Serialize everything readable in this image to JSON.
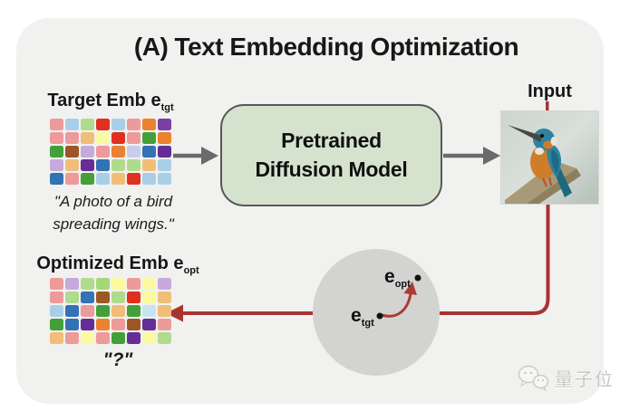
{
  "title": "(A) Text Embedding Optimization",
  "colors": {
    "panel_bg": "#f1f1ef",
    "box_green": "#d5e3ce",
    "box_border": "#56575a",
    "arrow_gray": "#6a6a6a",
    "feedback_red": "#a93330",
    "circle_gray": "#d3d3d1"
  },
  "target_emb": {
    "label": "Target Emb e",
    "label_sub": "tgt",
    "prompt_line1": "\"A photo of a bird",
    "prompt_line2": "spreading wings.\"",
    "grid": [
      [
        "#ed9a9a",
        "#a8cfe8",
        "#b0db8d",
        "#e0301f",
        "#a8cfe8",
        "#ed9a9a",
        "#ec8130",
        "#7b3fa5"
      ],
      [
        "#ed9a9a",
        "#ed9a9a",
        "#f1bd7a",
        "#fbfaa2",
        "#e0301f",
        "#ed9a9a",
        "#43a038",
        "#ec8130"
      ],
      [
        "#43a038",
        "#9e5624",
        "#c6aadc",
        "#ed9a9a",
        "#ec8130",
        "#c9cdeb",
        "#3372b4",
        "#672d96"
      ],
      [
        "#c6aadc",
        "#f1bd7a",
        "#672d96",
        "#3372b4",
        "#b0db8d",
        "#b0db8d",
        "#f1bd7a",
        "#a8cfe8"
      ],
      [
        "#3372b4",
        "#ed9a9a",
        "#43a038",
        "#a8cfe8",
        "#f1bd7a",
        "#e0301f",
        "#a8cfe8",
        "#a8cfe8"
      ]
    ]
  },
  "model_box": {
    "line1": "Pretrained",
    "line2": "Diffusion Model"
  },
  "input": {
    "label": "Input",
    "image_alt": "kingfisher-photo"
  },
  "optimized_emb": {
    "label": "Optimized Emb e",
    "label_sub": "opt",
    "caption": "\"?\"",
    "grid": [
      [
        "#ed9a9a",
        "#c6aadc",
        "#b0db8d",
        "#a5d877",
        "#fbfaa2",
        "#ed9a9a",
        "#fbfaa2",
        "#c6aadc"
      ],
      [
        "#ed9a9a",
        "#b0db8d",
        "#3372b4",
        "#9e5624",
        "#b0db8d",
        "#e0301f",
        "#fbfaa2",
        "#f1bd7a"
      ],
      [
        "#a8cfe8",
        "#3372b4",
        "#ed9a9a",
        "#43a038",
        "#f1bd7a",
        "#43a038",
        "#c8e4f0",
        "#f1bd7a"
      ],
      [
        "#43a038",
        "#3372b4",
        "#672d96",
        "#ec8130",
        "#ed9a9a",
        "#9e5624",
        "#672d96",
        "#ed9a9a"
      ],
      [
        "#f1bd7a",
        "#ed9a9a",
        "#fbfaa2",
        "#ed9a9a",
        "#43a038",
        "#672d96",
        "#fbfaa2",
        "#b0db8d"
      ]
    ]
  },
  "latent_space": {
    "e_tgt_label": "e",
    "e_tgt_sub": "tgt",
    "e_opt_label": "e",
    "e_opt_sub": "opt"
  },
  "watermark": {
    "text": "量子位"
  }
}
